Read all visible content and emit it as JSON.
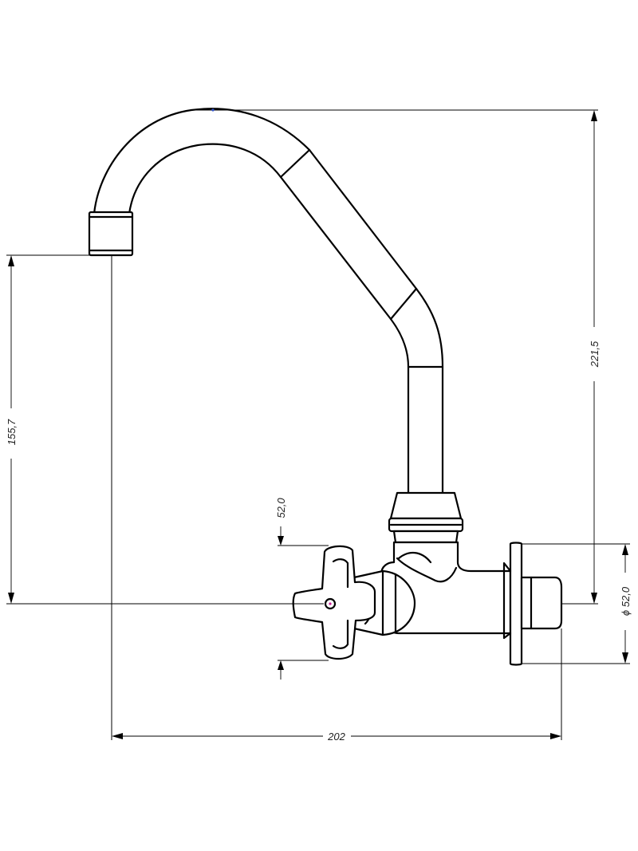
{
  "dimensions": {
    "overall_height": "221,5",
    "spout_height": "155,7",
    "handle_size": "52,0",
    "flange_diameter": "ϕ 52,0",
    "overall_width": "202"
  }
}
